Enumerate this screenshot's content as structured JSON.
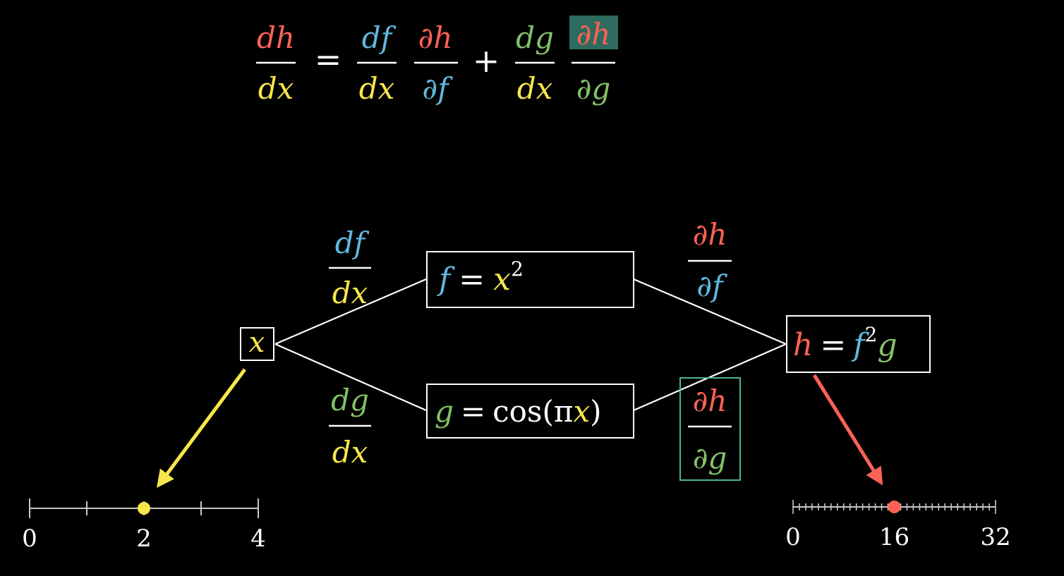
{
  "colors": {
    "background": "#000000",
    "x_yellow": "#f7e84a",
    "f_blue": "#5fb8de",
    "g_green": "#83c167",
    "h_red": "#fc6255",
    "white": "#ffffff",
    "highlight_fill": "#2e6b5e",
    "highlight_border": "#4fb39a",
    "tick_gray": "#c8c8c8"
  },
  "formula": {
    "lhs_num": "dh",
    "lhs_den": "dx",
    "equals": "=",
    "t1_num": "df",
    "t1_den": "dx",
    "t2_num": "∂h",
    "t2_den": "∂f",
    "plus": "+",
    "t3_num": "dg",
    "t3_den": "dx",
    "t4_num": "∂h",
    "t4_den": "∂g"
  },
  "graph": {
    "x_node": "x",
    "f_node": {
      "lhs": "f",
      "eq": "=",
      "base": "x",
      "exp": "2"
    },
    "g_node": {
      "lhs": "g",
      "eq": "=",
      "func": "cos(π",
      "arg": "x",
      "close": ")"
    },
    "h_node": {
      "lhs": "h",
      "eq": "=",
      "f": "f",
      "exp": "2",
      "g": "g"
    },
    "edge_df_num": "df",
    "edge_df_den": "dx",
    "edge_dg_num": "dg",
    "edge_dg_den": "dx",
    "edge_dhf_num": "∂h",
    "edge_dhf_den": "∂f",
    "edge_dhg_num": "∂h",
    "edge_dhg_den": "∂g"
  },
  "x_line": {
    "min": 0,
    "max": 4,
    "value": 2,
    "labels": [
      "0",
      "2",
      "4"
    ],
    "major_ticks": 5
  },
  "h_line": {
    "min": 0,
    "max": 32,
    "value": 16,
    "labels": [
      "0",
      "16",
      "32"
    ],
    "minor_ticks": 33
  }
}
